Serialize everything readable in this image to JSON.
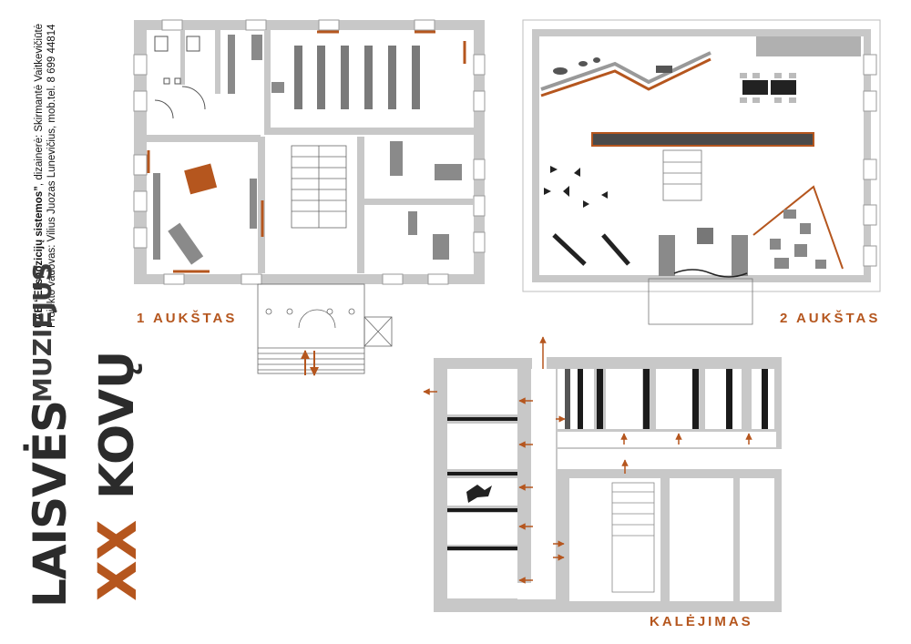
{
  "colors": {
    "accent": "#b5561e",
    "wall": "#c8c8c8",
    "wall_dark": "#9a9a9a",
    "furniture": "#6f6f6f",
    "dark": "#222222",
    "logo_text": "#2b2b2b"
  },
  "credits": {
    "line1_company": "UAB “Ekspozicijų sistemos”",
    "line1_rest": ", dizainerė: Skirmantė Vaitkevičiūtė",
    "line2": "Projekto vadovas: Vilius Juozas Lunevičius, mob.tel. 8 699 44814"
  },
  "logo": {
    "word_muziejus": "MUZIEJUS",
    "word_laisves": "LAISVĖS",
    "word_kovu": "KOVŲ",
    "word_xx": "XX"
  },
  "floors": {
    "first": {
      "label": "1 AUKŠTAS"
    },
    "second": {
      "label": "2 AUKŠTAS"
    },
    "prison": {
      "label": "KALĖJIMAS"
    }
  }
}
